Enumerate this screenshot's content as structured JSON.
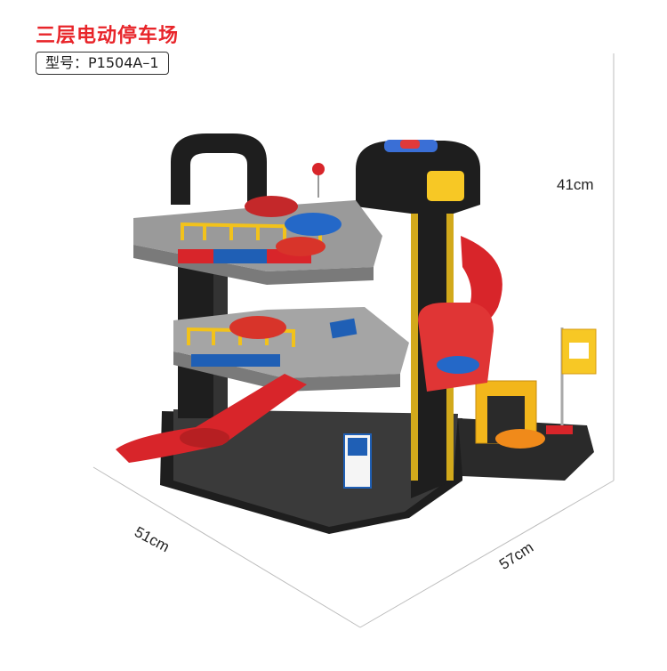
{
  "product": {
    "title": "三层电动停车场",
    "model_label": "型号：P1504A–1"
  },
  "dimensions": {
    "height": "41cm",
    "width": "51cm",
    "depth": "57cm"
  },
  "colors": {
    "title_red": "#e8252a",
    "frame_black": "#222222",
    "floor_grey": "#9a9a9a",
    "ramp_red": "#d8252a",
    "rail_yellow": "#f2c21b",
    "sign_blue": "#1f5fb5"
  }
}
